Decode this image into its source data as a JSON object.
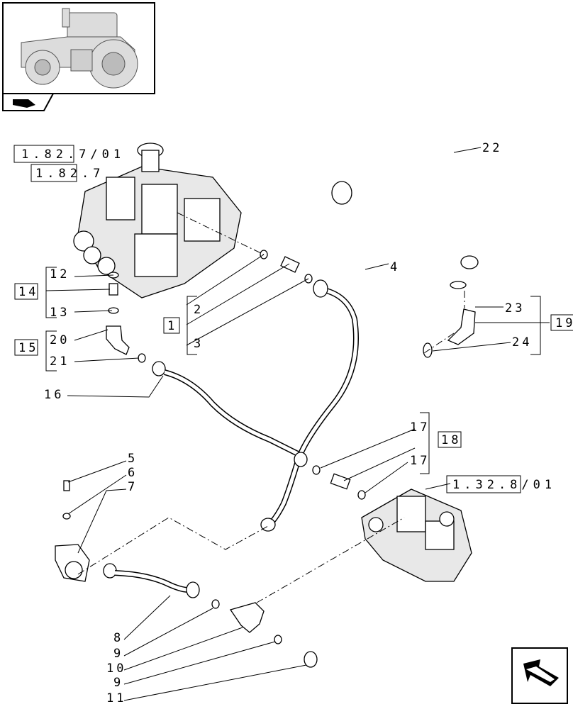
{
  "callouts": {
    "c1": "1",
    "c2": "2",
    "c3": "3",
    "c4": "4",
    "c5": "5",
    "c6": "6",
    "c7": "7",
    "c8": "8",
    "c9a": "9",
    "c9b": "9",
    "c10": "10",
    "c11": "11",
    "c12": "12",
    "c13": "13",
    "c14": "14",
    "c15": "15",
    "c16": "16",
    "c17a": "17",
    "c17b": "17",
    "c18": "18",
    "c19": "19",
    "c20": "20",
    "c21": "21",
    "c22": "22",
    "c23": "23",
    "c24": "24"
  },
  "refs": {
    "ref_a": "1.82.7/01",
    "ref_b": "1.82.7",
    "ref_c": "1.32.8/01"
  },
  "icons": {
    "thumbnail": "tractor-thumbnail",
    "book": "book-icon",
    "next": "next-page-arrow-icon"
  }
}
